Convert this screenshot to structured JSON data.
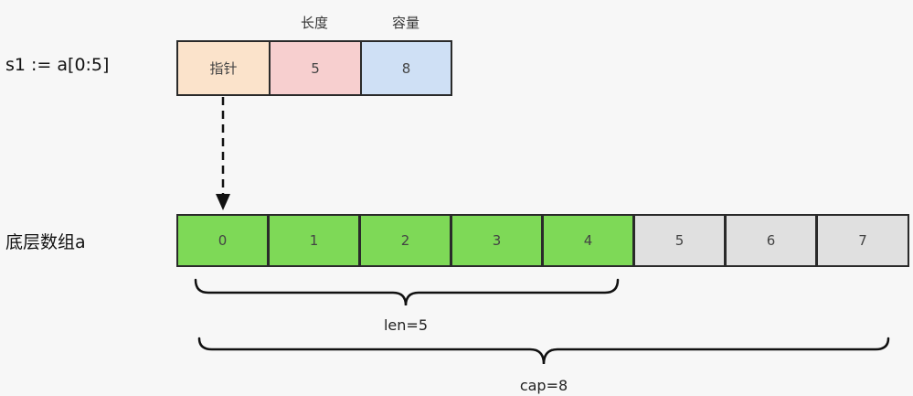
{
  "slice_label": "s1 := a[0:5]",
  "array_label": "底层数组a",
  "headers": {
    "length": "长度",
    "capacity": "容量"
  },
  "slice_header": {
    "pointer": "指针",
    "length_value": "5",
    "capacity_value": "8"
  },
  "array": {
    "cells": [
      "0",
      "1",
      "2",
      "3",
      "4",
      "5",
      "6",
      "7"
    ],
    "in_slice_color": "#7ed957",
    "out_slice_color": "#e0e0e0"
  },
  "colors": {
    "pointer": "#fbe3cb",
    "length": "#f7cfcf",
    "capacity": "#cfe0f5"
  },
  "braces": {
    "len_label": "len=5",
    "cap_label": "cap=8"
  }
}
